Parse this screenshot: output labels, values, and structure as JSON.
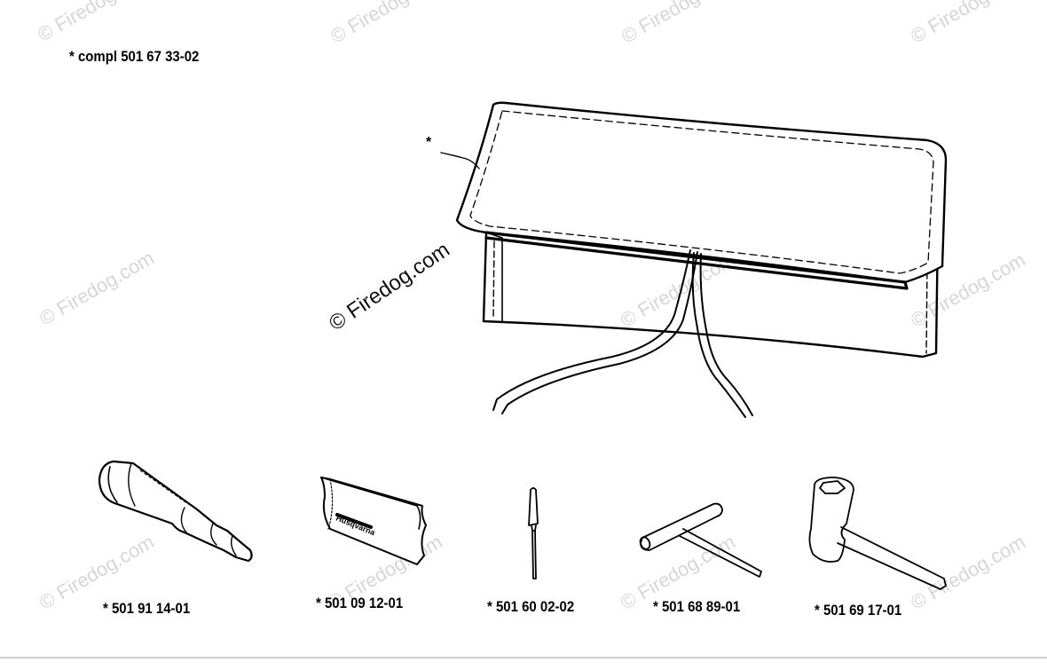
{
  "header": {
    "assembly_label": "* compl 501 67 33-02"
  },
  "callout_star": "*",
  "watermark": {
    "main": "© Firedog.com",
    "faint": "© Firedog.com"
  },
  "parts": [
    {
      "name": "spark-plug-socket",
      "label": "* 501 91 14-01"
    },
    {
      "name": "file-pouch",
      "label": "* 501 09 12-01"
    },
    {
      "name": "screwdriver",
      "label": "* 501 60 02-02"
    },
    {
      "name": "t-wrench",
      "label": "* 501 68 89-01"
    },
    {
      "name": "combination-spanner",
      "label": "* 501 69 17-01"
    }
  ],
  "pouch_print": "Husqvarna"
}
